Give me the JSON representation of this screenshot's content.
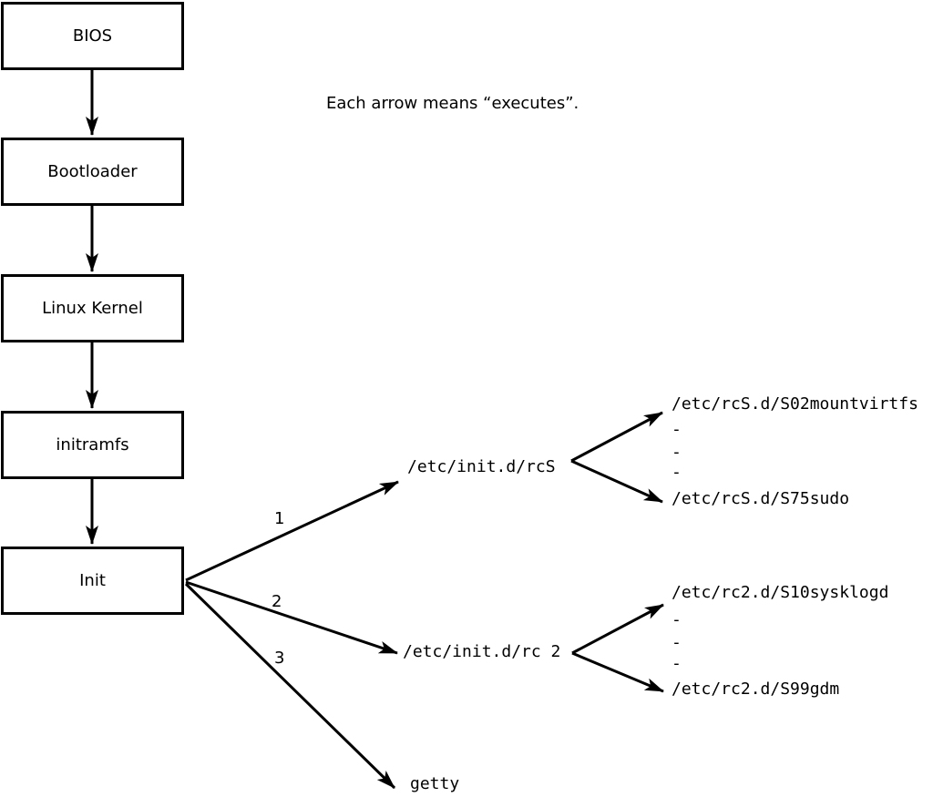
{
  "note": "Each arrow means “executes”.",
  "nodes": {
    "bios": "BIOS",
    "bootloader": "Bootloader",
    "kernel": "Linux Kernel",
    "initramfs": "initramfs",
    "init": "Init"
  },
  "arrow_labels": {
    "rcs": "1",
    "rc2": "2",
    "getty": "3"
  },
  "scripts": {
    "rcs": "/etc/init.d/rcS",
    "rc2": "/etc/init.d/rc 2",
    "getty": "getty"
  },
  "rcs_children": [
    "/etc/rcS.d/S02mountvirtfs",
    "-",
    "-",
    "-",
    "/etc/rcS.d/S75sudo"
  ],
  "rc2_children": [
    "/etc/rc2.d/S10sysklogd",
    "-",
    "-",
    "-",
    "/etc/rc2.d/S99gdm"
  ],
  "colors": {
    "ink": "#000000",
    "background": "#ffffff"
  }
}
